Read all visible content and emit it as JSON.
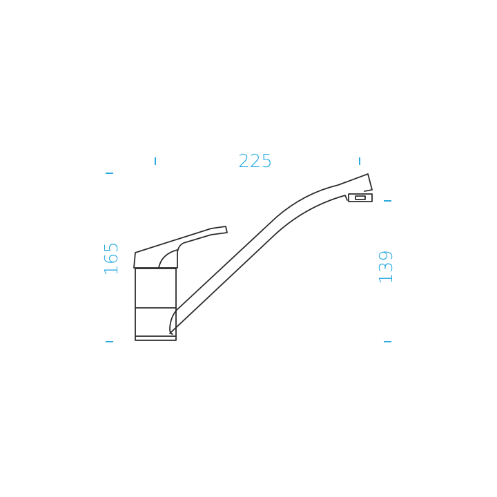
{
  "dimensions": {
    "width": "225",
    "height_total": "165",
    "height_spout": "139"
  },
  "colors": {
    "dimension": "#29a9e0",
    "outline": "#2b2b2b"
  }
}
